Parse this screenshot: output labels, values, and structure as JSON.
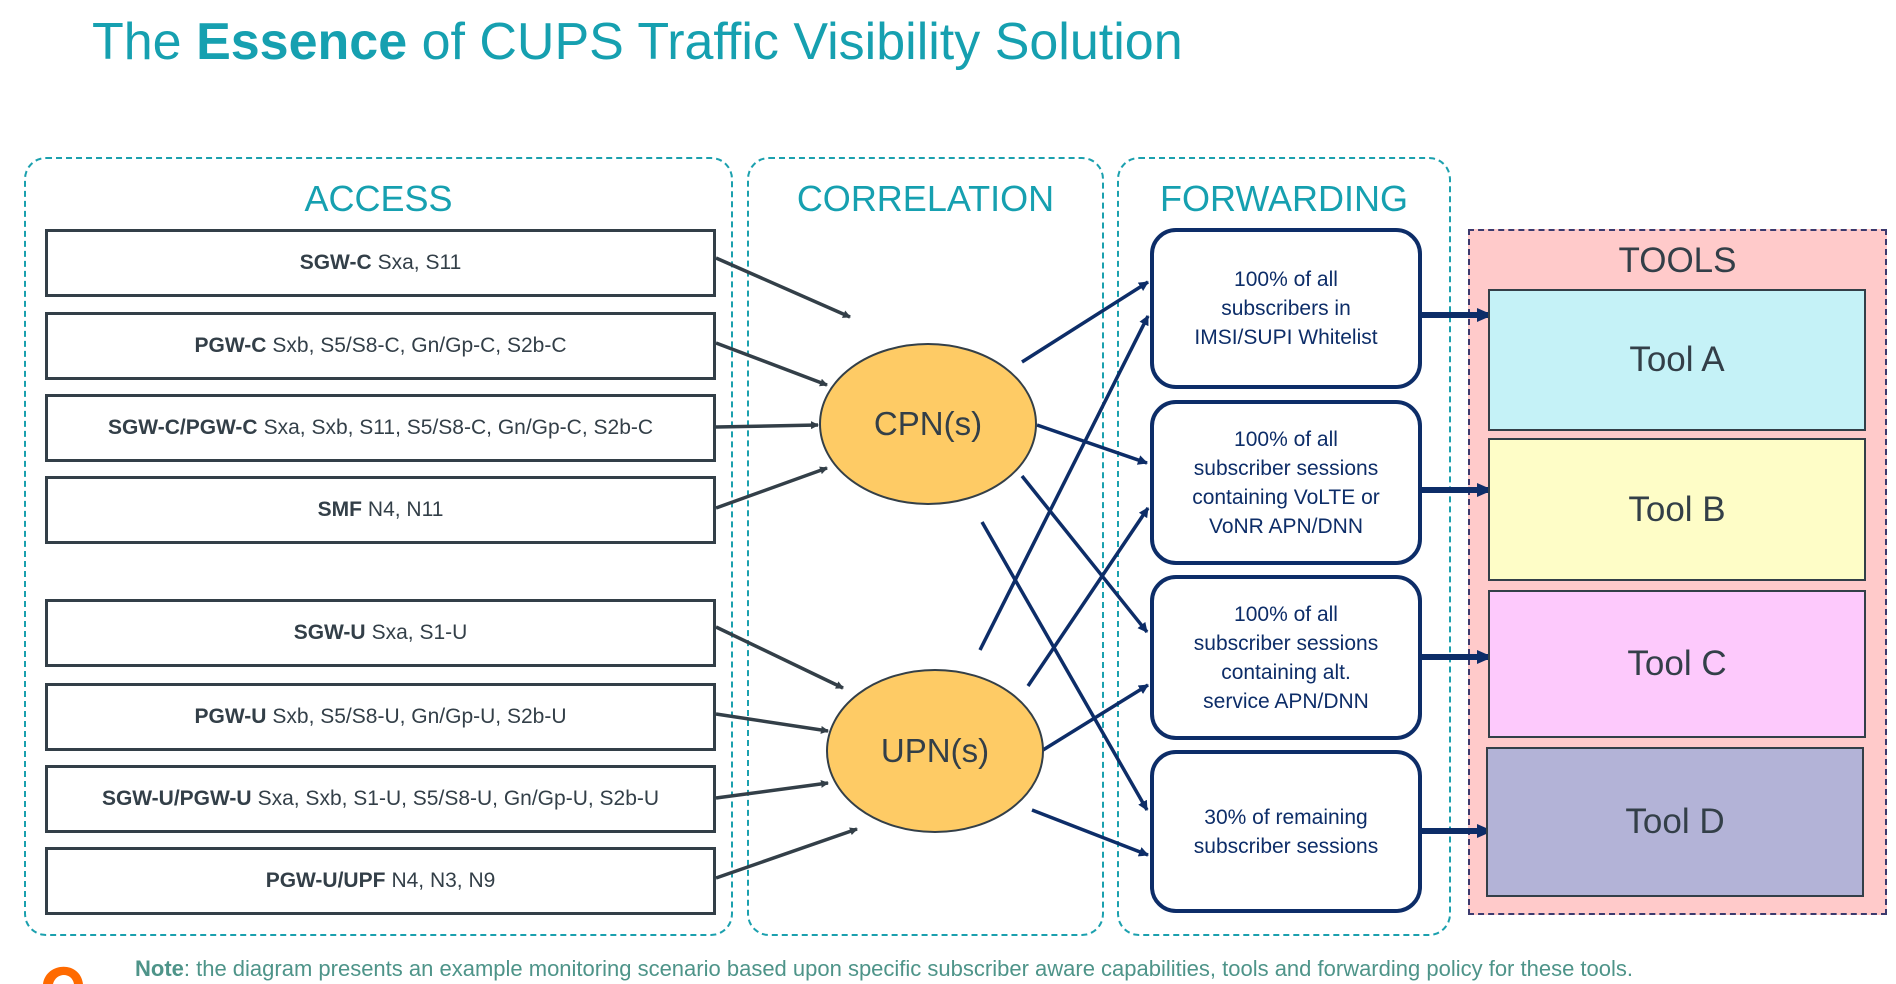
{
  "title": {
    "prefix": "The",
    "bold": "Essence",
    "suffix": "of CUPS Traffic Visibility Solution"
  },
  "regions": {
    "access": "ACCESS",
    "correlation": "CORRELATION",
    "forwarding": "FORWARDING",
    "tools": "TOOLS"
  },
  "access_items": [
    {
      "name": "SGW-C",
      "interfaces": "Sxa, S11",
      "target": "cpn"
    },
    {
      "name": "PGW-C",
      "interfaces": "Sxb, S5/S8-C, Gn/Gp-C, S2b-C",
      "target": "cpn"
    },
    {
      "name": "SGW-C/PGW-C",
      "interfaces": "Sxa, Sxb, S11, S5/S8-C, Gn/Gp-C, S2b-C",
      "target": "cpn"
    },
    {
      "name": "SMF",
      "interfaces": "N4, N11",
      "target": "cpn"
    },
    {
      "name": "SGW-U",
      "interfaces": "Sxa, S1-U",
      "target": "upn"
    },
    {
      "name": "PGW-U",
      "interfaces": "Sxb, S5/S8-U, Gn/Gp-U, S2b-U",
      "target": "upn"
    },
    {
      "name": "SGW-U/PGW-U",
      "interfaces": "Sxa, Sxb, S1-U, S5/S8-U, Gn/Gp-U, S2b-U",
      "target": "upn"
    },
    {
      "name": "PGW-U/UPF",
      "interfaces": "N4, N3, N9",
      "target": "upn"
    }
  ],
  "correlation_nodes": {
    "cpn": "CPN(s)",
    "upn": "UPN(s)"
  },
  "forwarding_rules": [
    {
      "lines": [
        "100% of all",
        "subscribers in",
        "IMSI/SUPI Whitelist"
      ],
      "tool": "Tool A"
    },
    {
      "lines": [
        "100% of all",
        "subscriber sessions",
        "containing VoLTE or",
        "VoNR APN/DNN"
      ],
      "tool": "Tool B"
    },
    {
      "lines": [
        "100% of all",
        "subscriber sessions",
        "containing alt.",
        "service APN/DNN"
      ],
      "tool": "Tool C"
    },
    {
      "lines": [
        "30% of remaining",
        "subscriber sessions"
      ],
      "tool": "Tool D"
    }
  ],
  "tools": [
    {
      "label": "Tool A",
      "color": "#C5F2F7"
    },
    {
      "label": "Tool B",
      "color": "#FEFDC7"
    },
    {
      "label": "Tool C",
      "color": "#FDC9FC"
    },
    {
      "label": "Tool D",
      "color": "#B3B3D7"
    }
  ],
  "connections": {
    "cpn_to_forwarding": [
      1,
      2,
      3,
      4
    ],
    "upn_to_forwarding": [
      1,
      2,
      3,
      4
    ]
  },
  "note": {
    "bold": "Note",
    "text": ": the diagram presents an example monitoring scenario based upon specific subscriber aware capabilities, tools and forwarding policy for these tools."
  },
  "colors": {
    "accent_teal": "#16A0B0",
    "node_fill": "#FECB65",
    "navy": "#0D2D68",
    "box_border": "#333F48",
    "tools_bg": "#FFCACA",
    "logo_orange": "#FF6A00"
  }
}
